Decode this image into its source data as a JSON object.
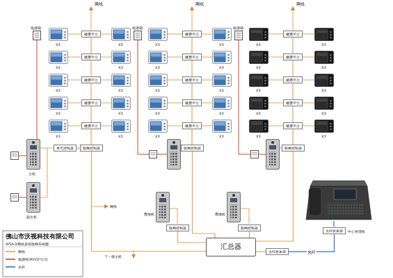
{
  "diagram": {
    "title": "佛山市沃视科技有限公司",
    "caption": "WSA-9网线系统联网布线图",
    "nodes": [
      {
        "text": [
          "楼层平台"
        ]
      },
      {
        "text": [
          "楼层平台"
        ]
      },
      {
        "text": [
          "楼层平台"
        ]
      },
      {
        "text": [
          "楼层平台"
        ]
      },
      {
        "text": [
          "楼层平台"
        ]
      },
      {
        "text": [
          "楼层平台"
        ]
      },
      {
        "text": [
          "楼层平台"
        ]
      },
      {
        "text": [
          "楼层平台"
        ]
      },
      {
        "text": [
          "楼层平台"
        ]
      },
      {
        "text": [
          "楼层平台"
        ]
      },
      {
        "text": [
          "楼层平台"
        ]
      },
      {
        "text": [
          "楼层平台"
        ]
      },
      {
        "text": [
          "楼层平台"
        ]
      },
      {
        "text": [
          "楼层平台"
        ]
      },
      {
        "text": [
          "楼层平台"
        ]
      },
      {
        "text": [
          "单元控制器"
        ]
      },
      {
        "text": [
          "联网控制器"
        ]
      },
      {
        "text": [
          "联网控制器"
        ]
      },
      {
        "text": [
          "联网控制器"
        ]
      },
      {
        "text": [
          "联网控制器"
        ]
      },
      {
        "text": [
          "联网控制器"
        ]
      },
      {
        "text": [
          "汇总器"
        ]
      },
      {
        "text": [
          "光纤收发器"
        ]
      },
      {
        "text": [
          "光纤收发器"
        ]
      }
    ],
    "edges": [
      {
        "from": 0,
        "to": 1,
        "arrow": "none"
      },
      {
        "from": 1,
        "to": 2,
        "arrow": "none"
      },
      {
        "from": 2,
        "to": 3,
        "arrow": "none"
      },
      {
        "from": 3,
        "to": 4,
        "arrow": "none"
      },
      {
        "from": 4,
        "to": 16,
        "arrow": "none"
      },
      {
        "from": 5,
        "to": 6,
        "arrow": "none"
      },
      {
        "from": 6,
        "to": 7,
        "arrow": "none"
      },
      {
        "from": 7,
        "to": 8,
        "arrow": "none"
      },
      {
        "from": 8,
        "to": 9,
        "arrow": "none"
      },
      {
        "from": 9,
        "to": 17,
        "arrow": "none"
      },
      {
        "from": 10,
        "to": 11,
        "arrow": "none"
      },
      {
        "from": 11,
        "to": 12,
        "arrow": "none"
      },
      {
        "from": 12,
        "to": 13,
        "arrow": "none"
      },
      {
        "from": 13,
        "to": 14,
        "arrow": "none"
      },
      {
        "from": 14,
        "to": 18,
        "arrow": "none"
      },
      {
        "from": 15,
        "to": 16,
        "arrow": "none"
      },
      {
        "from": 16,
        "to": 21,
        "arrow": "none"
      },
      {
        "from": 17,
        "to": 21,
        "arrow": "none"
      },
      {
        "from": 18,
        "to": 21,
        "arrow": "none"
      },
      {
        "from": 19,
        "to": 21,
        "arrow": "none"
      },
      {
        "from": 20,
        "to": 21,
        "arrow": "none"
      },
      {
        "from": 21,
        "to": 22,
        "arrow": "none"
      },
      {
        "from": 22,
        "to": 23,
        "label": "光纤",
        "arrow": "none"
      }
    ],
    "labels": [
      "网线",
      "网线",
      "网线",
      "电源箱",
      "电源箱",
      "电源箱",
      "X3",
      "X3",
      "X3",
      "X3",
      "X3",
      "X3",
      "X3",
      "X3",
      "X3",
      "X3",
      "X3",
      "X3",
      "X3",
      "X3",
      "X3",
      "X3",
      "X3",
      "X3",
      "X3",
      "X3",
      "X3",
      "X3",
      "X3",
      "X3",
      "X3",
      "X3",
      "X3",
      "X3",
      "X3",
      "X3",
      "主机",
      "副主机",
      "围墙机",
      "围墙机",
      "网线",
      "下一级主机",
      "中心管理机"
    ],
    "legend": [
      {
        "text": "网线",
        "color": "#e8a25a"
      },
      {
        "text": "电源线(RVV2*1.0)",
        "color": "#d9412b"
      },
      {
        "text": "光纤",
        "color": "#3b6fc2"
      }
    ]
  }
}
